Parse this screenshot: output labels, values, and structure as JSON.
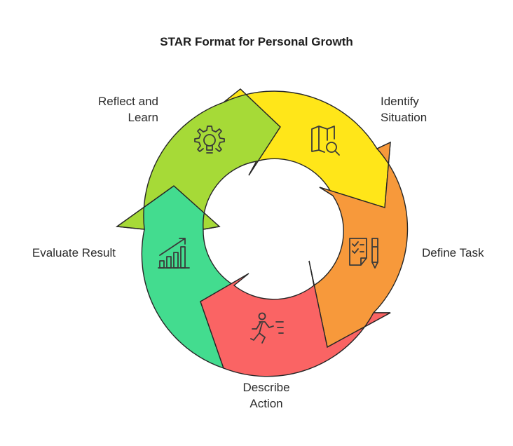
{
  "title": "STAR Format for Personal Growth",
  "steps": [
    {
      "id": "identify",
      "line1": "Identify",
      "line2": "Situation",
      "color": "#ffe619",
      "icon": "map-search-icon"
    },
    {
      "id": "define",
      "line1": "Define Task",
      "line2": "",
      "color": "#f7993b",
      "icon": "checklist-pen-icon"
    },
    {
      "id": "describe",
      "line1": "Describe",
      "line2": "Action",
      "color": "#fa6464",
      "icon": "running-person-icon"
    },
    {
      "id": "evaluate",
      "line1": "Evaluate Result",
      "line2": "",
      "color": "#43dc8f",
      "icon": "growth-chart-icon"
    },
    {
      "id": "reflect",
      "line1": "Reflect and",
      "line2": "Learn",
      "color": "#a6da37",
      "icon": "gear-lightbulb-icon"
    }
  ]
}
